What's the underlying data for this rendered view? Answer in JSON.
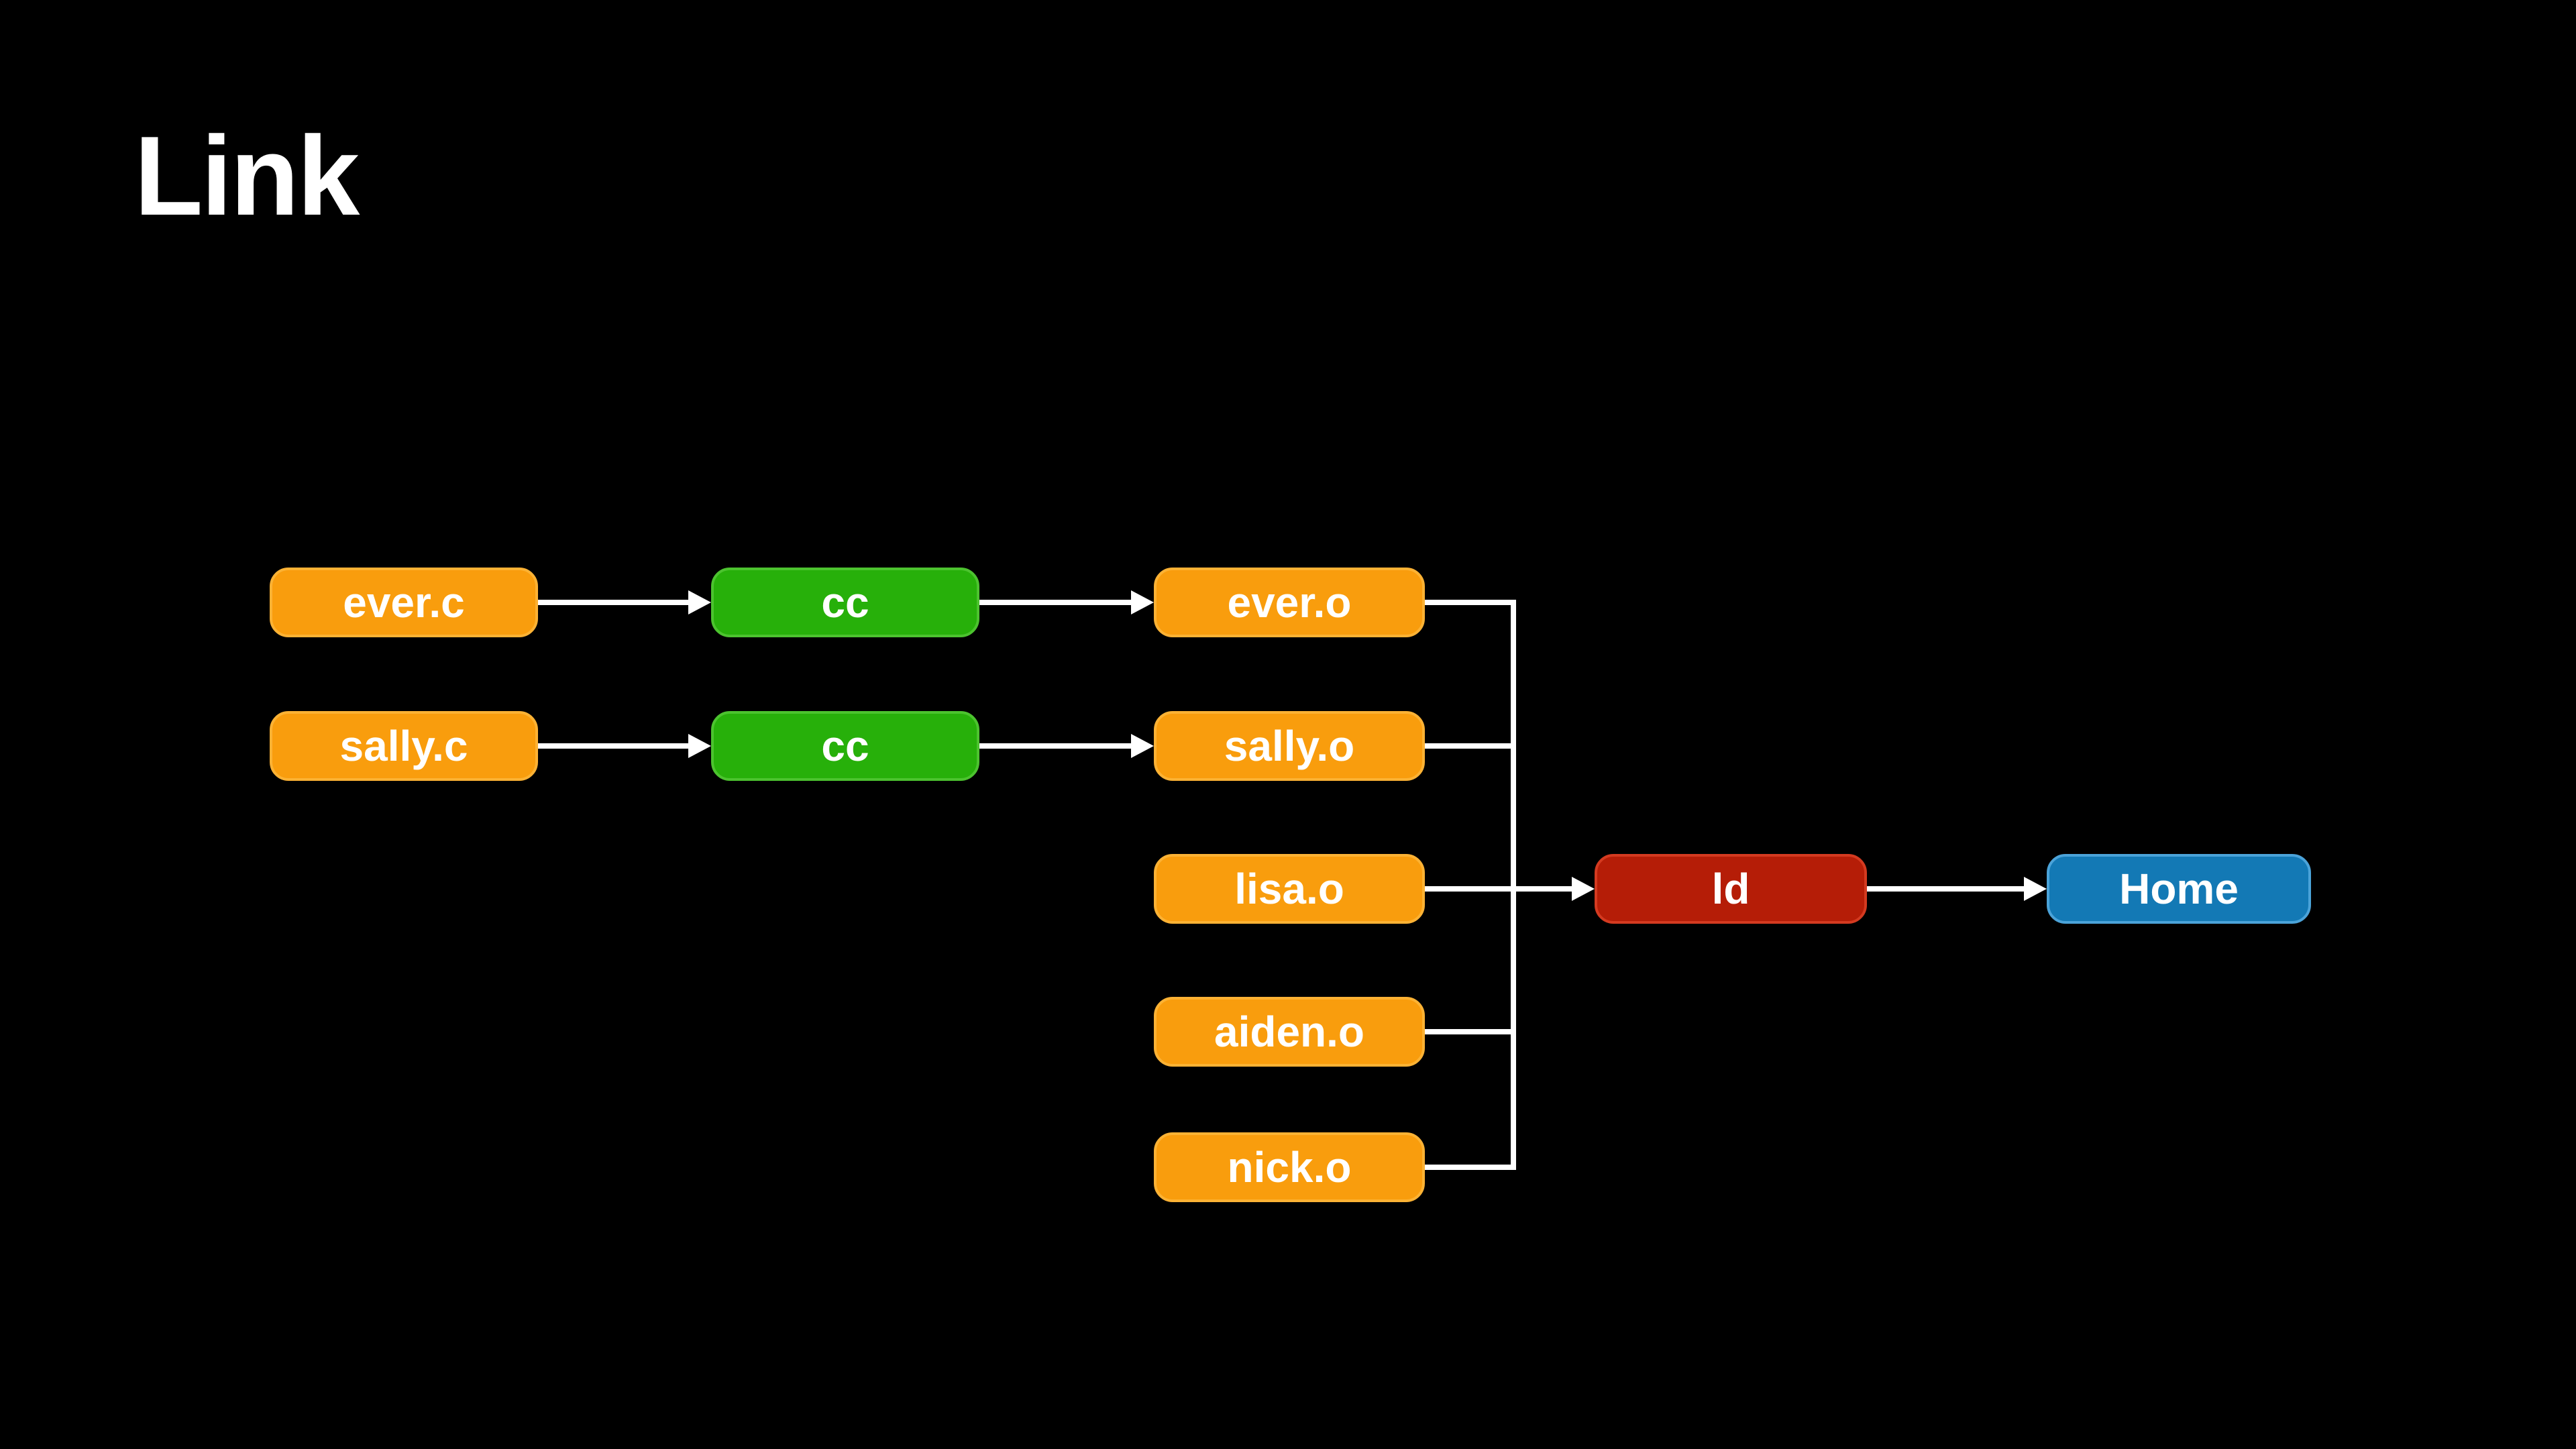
{
  "slide": {
    "title": "Link"
  },
  "colors": {
    "background": "#000000",
    "title-text": "#ffffff",
    "node-text": "#ffffff",
    "arrow": "#ffffff",
    "orange-fill": "#f99d0d",
    "orange-border": "#fcb234",
    "green-fill": "#27b00a",
    "green-border": "#4cc32f",
    "red-fill": "#b51d07",
    "red-border": "#d43a20",
    "blue-fill": "#1379b5",
    "blue-border": "#4ba3d9"
  },
  "diagram": {
    "nodes": {
      "ever_c": {
        "label": "ever.c",
        "color": "orange"
      },
      "cc_top": {
        "label": "cc",
        "color": "green"
      },
      "ever_o": {
        "label": "ever.o",
        "color": "orange"
      },
      "sally_c": {
        "label": "sally.c",
        "color": "orange"
      },
      "cc_bottom": {
        "label": "cc",
        "color": "green"
      },
      "sally_o": {
        "label": "sally.o",
        "color": "orange"
      },
      "lisa_o": {
        "label": "lisa.o",
        "color": "orange"
      },
      "aiden_o": {
        "label": "aiden.o",
        "color": "orange"
      },
      "nick_o": {
        "label": "nick.o",
        "color": "orange"
      },
      "ld": {
        "label": "ld",
        "color": "red"
      },
      "home": {
        "label": "Home",
        "color": "blue"
      }
    },
    "edges": [
      {
        "from": "ever.c",
        "to": "cc"
      },
      {
        "from": "cc",
        "to": "ever.o"
      },
      {
        "from": "sally.c",
        "to": "cc"
      },
      {
        "from": "cc",
        "to": "sally.o"
      },
      {
        "from": "ever.o",
        "to": "ld"
      },
      {
        "from": "sally.o",
        "to": "ld"
      },
      {
        "from": "lisa.o",
        "to": "ld"
      },
      {
        "from": "aiden.o",
        "to": "ld"
      },
      {
        "from": "nick.o",
        "to": "ld"
      },
      {
        "from": "ld",
        "to": "Home"
      }
    ]
  }
}
